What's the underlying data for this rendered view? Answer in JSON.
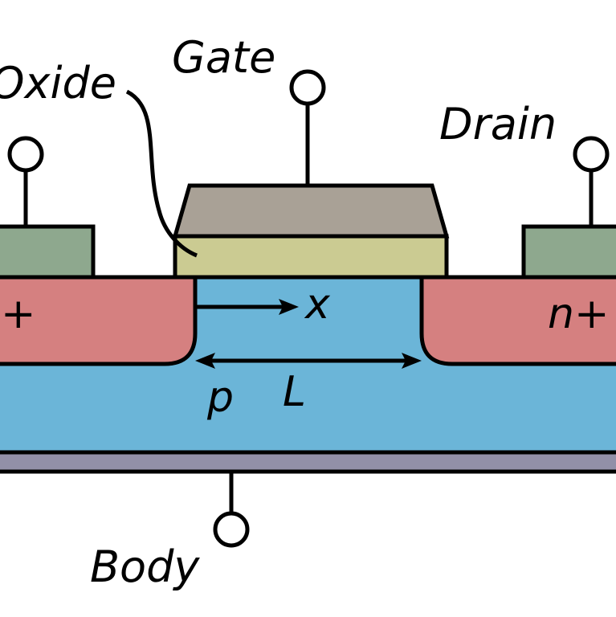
{
  "labels": {
    "gate": "Gate",
    "oxide": "Oxide",
    "drain": "Drain",
    "body": "Body",
    "source_region": "n+",
    "drain_region": "n+",
    "substrate": "p",
    "length": "L",
    "position": "x"
  },
  "colors": {
    "gate_metal": "#a9a196",
    "oxide": "#cbcb92",
    "contact_metal": "#8ea88e",
    "n_plus": "#d58080",
    "p_substrate": "#6bb5d8",
    "body_contact": "#9290a8",
    "outline": "#000000"
  }
}
